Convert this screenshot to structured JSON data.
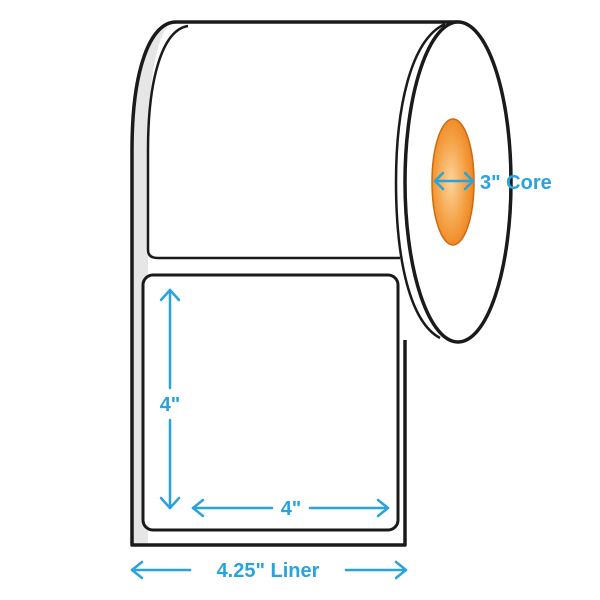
{
  "labels": {
    "core": "3\" Core",
    "label_height": "4\"",
    "label_width": "4\"",
    "liner": "4.25\" Liner"
  },
  "colors": {
    "outline": "#1a1a1a",
    "dimension": "#29a3dc",
    "core_fill": "#f08a22",
    "core_highlight": "#f9c98a",
    "edge_shade": "#e6e6e6",
    "face": "#ffffff"
  }
}
